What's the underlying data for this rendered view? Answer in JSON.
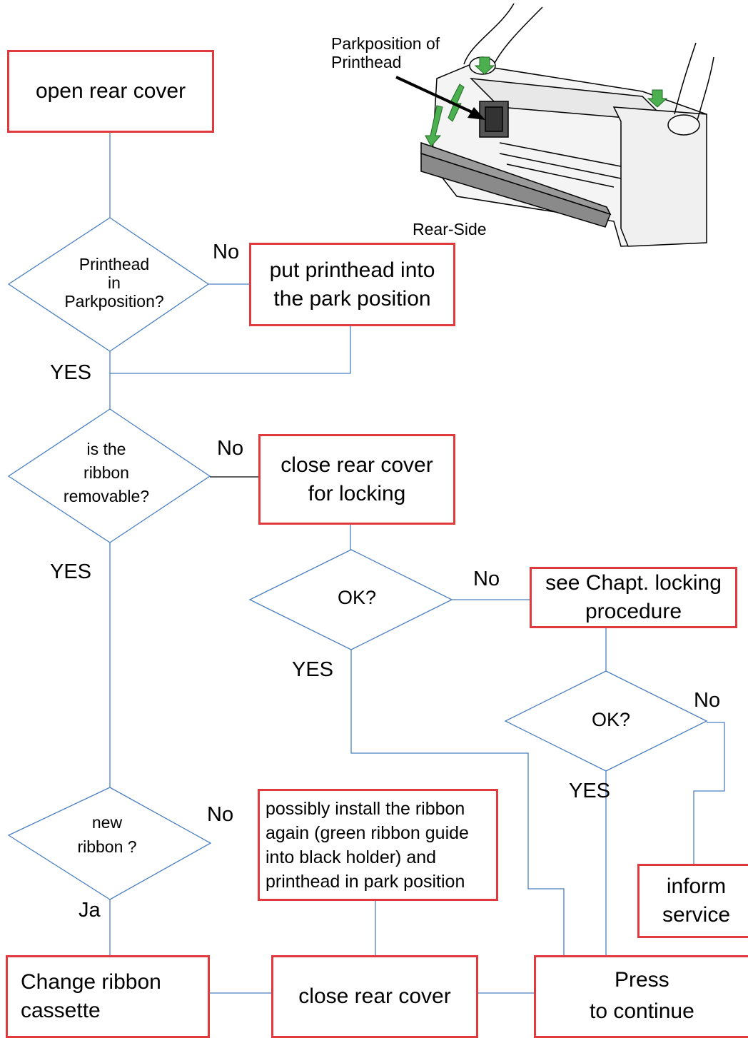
{
  "boxes": {
    "open_rear_cover": "open rear cover",
    "put_printhead": "put printhead into\nthe park position",
    "close_rear_cover_locking": "close rear cover\nfor locking",
    "see_chapt_locking": "see Chapt. locking\nprocedure",
    "possibly_install": "possibly install the ribbon\nagain (green ribbon guide\ninto black holder) and\nprinthead in park position",
    "inform_service": "inform\nservice",
    "change_ribbon": "Change ribbon\ncassette",
    "close_rear_cover": "close rear cover",
    "press_continue_line1": "Press",
    "press_continue_line2": "to continue"
  },
  "decisions": {
    "printhead_parkposition": "Printhead\nin\nParkposition?",
    "ribbon_removable": "is the\nribbon\nremovable?",
    "ok_1": "OK?",
    "ok_2": "OK?",
    "new_ribbon": "new\nribbon ?"
  },
  "labels": {
    "no_1": "No",
    "yes_1": "YES",
    "no_2": "No",
    "yes_2": "YES",
    "no_3": "No",
    "yes_3": "YES",
    "no_4": "No",
    "yes_4": "YES",
    "no_5": "No",
    "ja": "Ja"
  },
  "illustration": {
    "parkposition_label": "Parkposition of\nPrinthead",
    "rear_side_label": "Rear-Side"
  },
  "icons": {
    "continue": "down-triangle-button-icon"
  },
  "colors": {
    "box_border": "#e0393e",
    "connector": "#4a7fc1",
    "diamond": "#4a7fc1",
    "illustration_arrow": "#4caf50",
    "continue_icon": "#d62828"
  }
}
